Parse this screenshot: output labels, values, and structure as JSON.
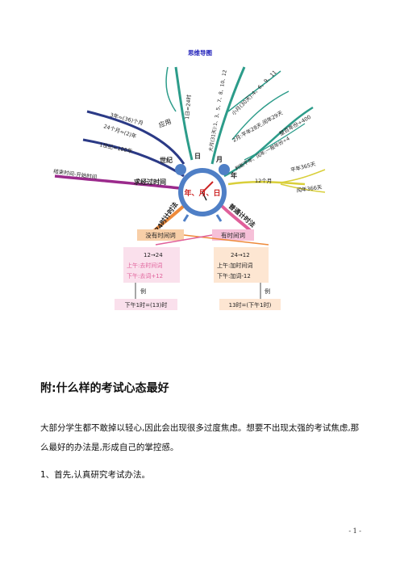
{
  "title": "思维导图",
  "center": "年、月、日",
  "branches": {
    "ri": "日",
    "yue": "月",
    "nian": "年",
    "shiji": "世纪",
    "yingyong": "应用",
    "qiujingguo": "求经过时间",
    "h24": "24时计时法",
    "putong": "普通计时法"
  },
  "leaves": {
    "ri1": "1日=24时",
    "yue_big": "大月(31天):1、3、5、7、8、10、12",
    "yue_small": "小月(30天):4、6、9、11",
    "yue_feb": "2月:平年28天,闰年29天",
    "nian1": "判断平年、闰年:一般年份÷4",
    "nian2": "整百年份÷400",
    "months12": "12个月",
    "pingnian": "平年365天",
    "runnian": "闰年366天",
    "ying1": "3年=(36)个月",
    "ying2": "24个月=(2)年",
    "shiji1": "1世纪=100年",
    "qiu1": "结束时间-开始时间"
  },
  "boxes": {
    "left_head": "没有时间词",
    "right_head": "有时间词",
    "left_line1": "12→24",
    "left_line2": "上午:去时间词",
    "left_line3": "下午:去词+12",
    "right_line1": "24→12",
    "right_line2": "上午:加时间词",
    "right_line3": "下午:加词-12",
    "li": "例",
    "left_example": "下午1时=(13)时",
    "right_example": "13时=(下午1时)"
  },
  "heading": "附:什么样的考试心态最好",
  "paragraph": "大部分学生都不敢掉以轻心,因此会出现很多过度焦虑。想要不出现太强的考试焦虑,那么最好的办法是,形成自己的掌控感。",
  "item1": "1、首先,认真研究考试办法。",
  "page_number": "- 1 -",
  "colors": {
    "title": "#1a1ab8",
    "teal": "#2c9c8a",
    "navy": "#2b3a86",
    "purple": "#9b2a8c",
    "orange": "#ee8a3a",
    "pink": "#e0609a",
    "yellow": "#d9cf3a",
    "clock": "#4f7fc6"
  }
}
